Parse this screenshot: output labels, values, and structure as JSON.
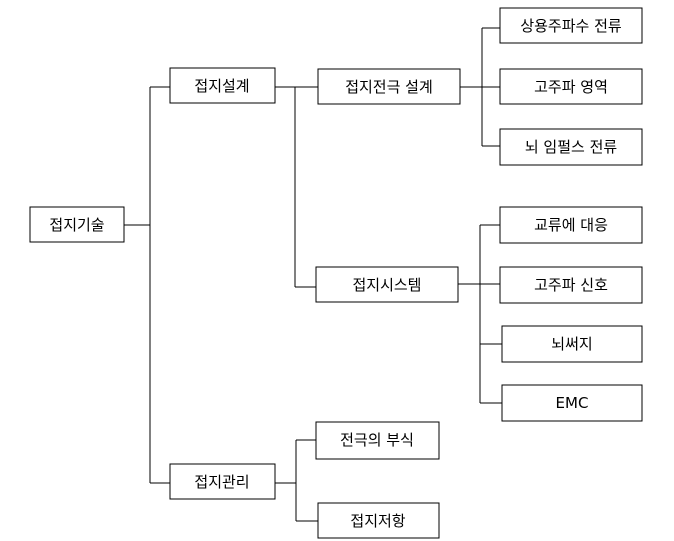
{
  "tree": {
    "root": {
      "label": "접지기술"
    },
    "design": {
      "label": "접지설계",
      "electrode": {
        "label": "접지전극 설계",
        "children": [
          "상용주파수 전류",
          "고주파 영역",
          "뇌 임펄스 전류"
        ]
      },
      "system": {
        "label": "접지시스템",
        "children": [
          "교류에 대응",
          "고주파 신호",
          "뇌써지",
          "EMC"
        ]
      }
    },
    "management": {
      "label": "접지관리",
      "children": [
        "전극의 부식",
        "접지저항"
      ]
    }
  },
  "colors": {
    "line": "#000000",
    "box_fill": "#ffffff",
    "text": "#000000"
  }
}
